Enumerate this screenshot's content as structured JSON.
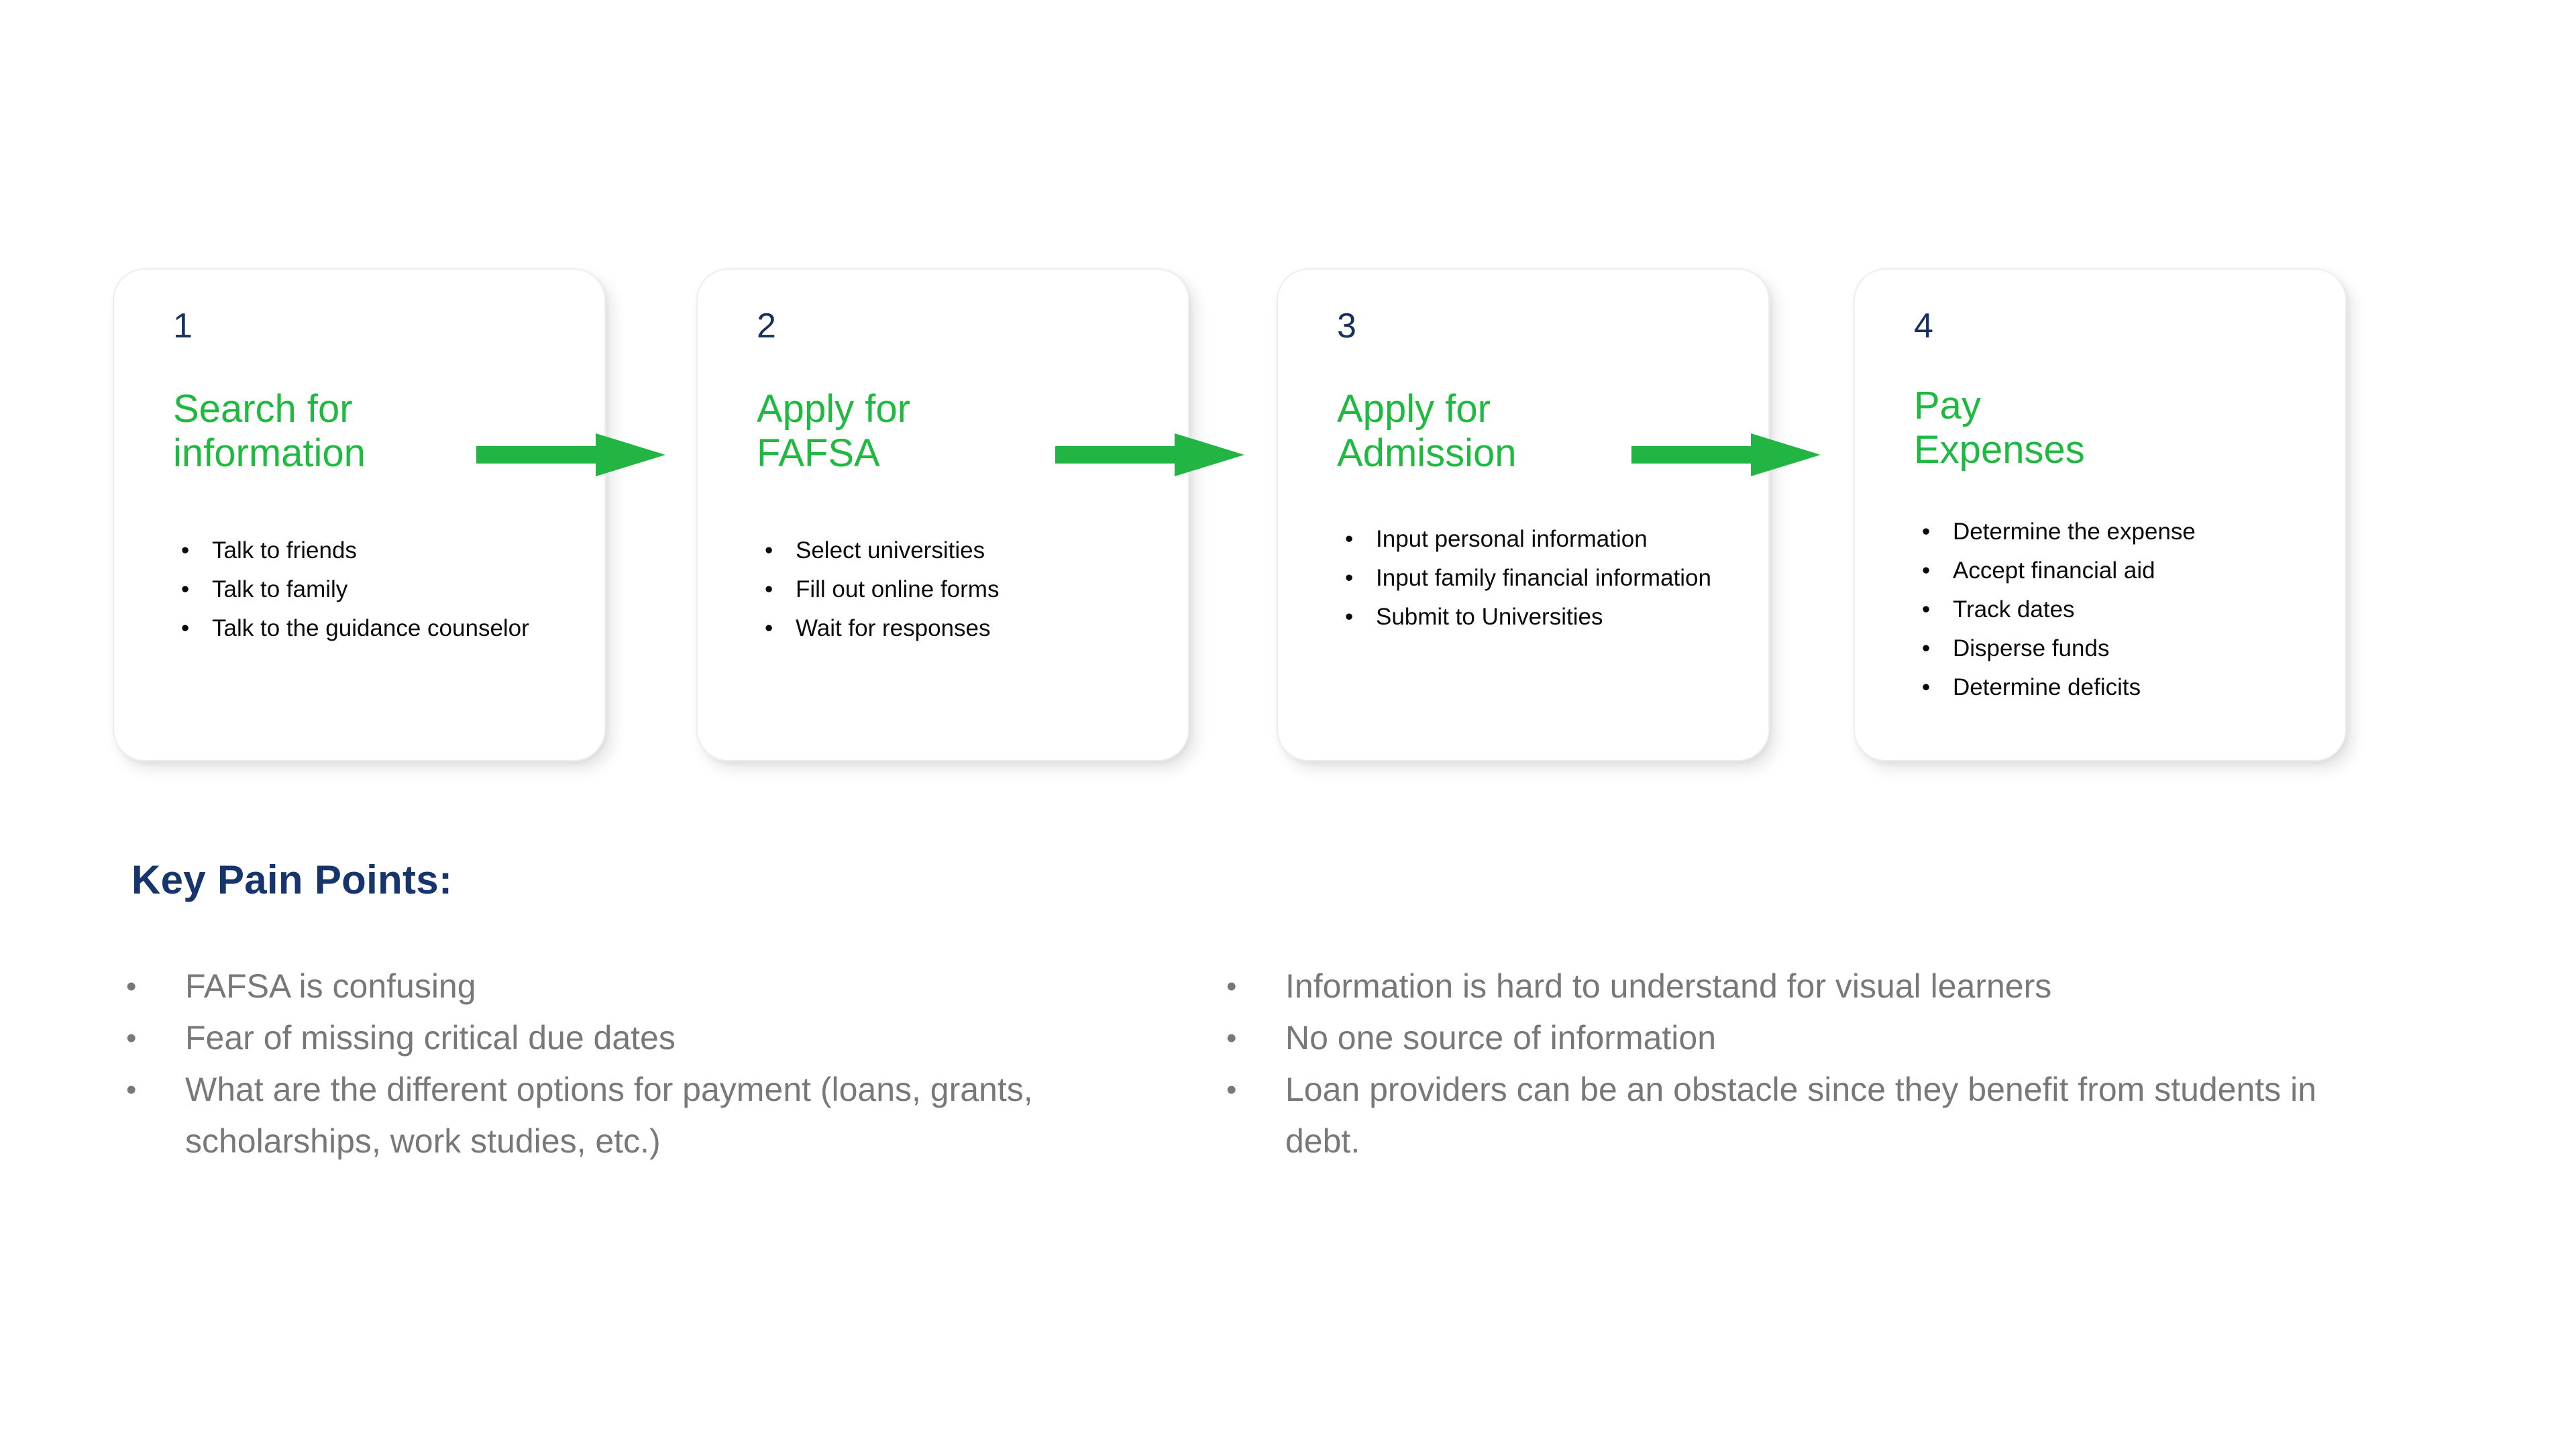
{
  "accent_green": "#1fb941",
  "navy": "#17305f",
  "heading_navy": "#17356d",
  "pain_grey": "#787878",
  "body_black": "#0b0b0b",
  "process": {
    "arrow_label": "arrow-right",
    "steps": [
      {
        "number": "1",
        "title": "Search for\ninformation",
        "items": [
          "Talk to friends",
          "Talk to family",
          "Talk to the guidance counselor"
        ]
      },
      {
        "number": "2",
        "title": "Apply for\nFAFSA",
        "items": [
          "Select universities",
          "Fill out online forms",
          "Wait for responses"
        ]
      },
      {
        "number": "3",
        "title": "Apply for\nAdmission",
        "items": [
          "Input personal information",
          "Input family financial information",
          "Submit to Universities"
        ]
      },
      {
        "number": "4",
        "title": "Pay\nExpenses",
        "items": [
          "Determine the expense",
          "Accept financial aid",
          "Track dates",
          "Disperse funds",
          "Determine deficits"
        ]
      }
    ]
  },
  "pain_points": {
    "heading": "Key Pain Points:",
    "left": [
      "FAFSA is confusing",
      "Fear of missing critical due dates",
      "What are the different options for payment (loans, grants, scholarships, work studies, etc.)"
    ],
    "right": [
      "Information is hard to understand for visual learners",
      "No one source of information",
      "Loan providers can be an obstacle since they benefit from students in debt."
    ]
  }
}
